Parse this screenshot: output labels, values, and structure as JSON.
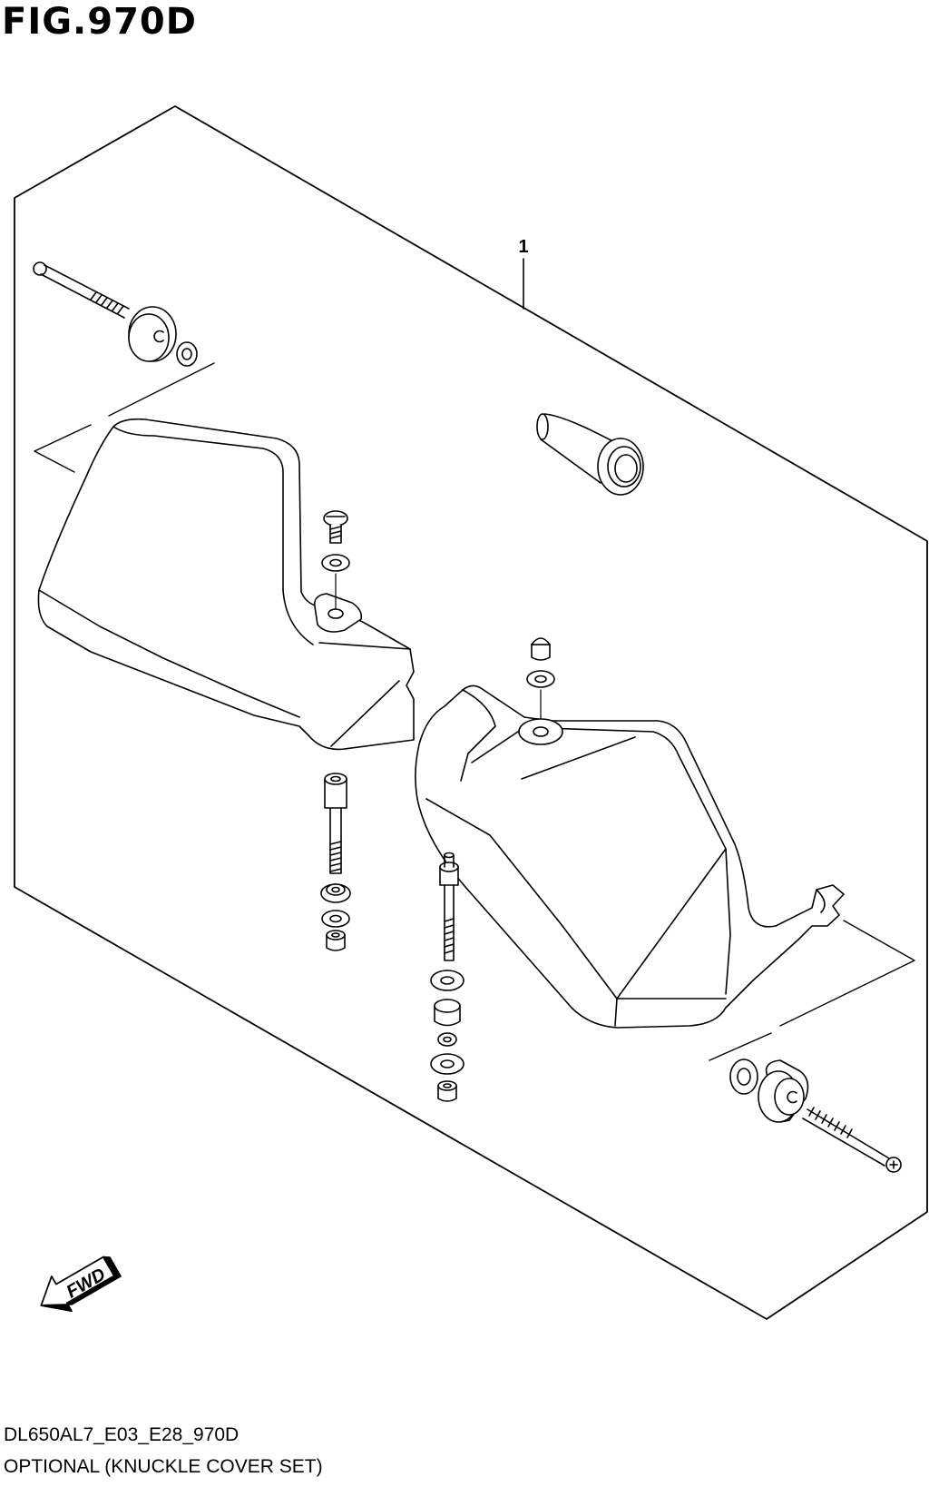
{
  "figure": {
    "title": "FIG.970D",
    "diagram_code": "DL650AL7_E03_E28_970D",
    "description": "OPTIONAL (KNUCKLE COVER SET)"
  },
  "callouts": [
    {
      "label": "1"
    }
  ],
  "direction_marker": {
    "label": "FWD"
  },
  "colors": {
    "line": "#000000",
    "background": "#ffffff"
  }
}
